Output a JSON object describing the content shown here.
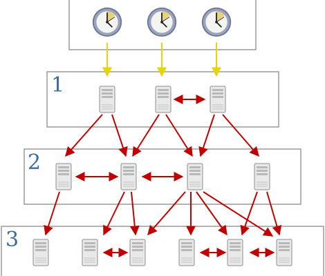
{
  "strata": [
    {
      "id": "clocks",
      "label": ""
    },
    {
      "id": "s1",
      "label": "1"
    },
    {
      "id": "s2",
      "label": "2"
    },
    {
      "id": "s3",
      "label": "3"
    }
  ],
  "icons": {
    "clock": "clock-icon",
    "server": "server-icon"
  },
  "colors": {
    "sync_arrow": "#c00000",
    "reference_arrow": "#e8d400",
    "stratum_label": "#3d6b9c",
    "box_border": "#8a8a8a"
  }
}
